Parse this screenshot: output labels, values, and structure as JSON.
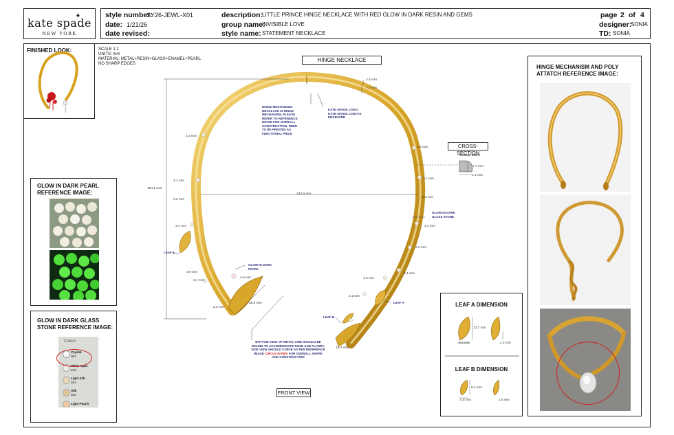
{
  "brand": {
    "name": "kate spade",
    "location": "NEW YORK"
  },
  "header": {
    "style_number_label": "style number:",
    "style_number": "SY26-JEWL-X01",
    "date_label": "date:",
    "date": "1/21/26",
    "date_revised_label": "date revised:",
    "date_revised": "",
    "description_label": "description:",
    "description": "LITTLE PRINCE HINGE NECKLACE WITH RED GLOW IN DARK RESIN AND GEMS",
    "group_name_label": "group name:",
    "group_name": "INVISIBLE LOVE",
    "style_name_label": "style name:",
    "style_name": "STATEMENT NECKLACE",
    "page_label": "page",
    "page_current": "2",
    "page_of": "of",
    "page_total": "4",
    "designer_label": "designer:",
    "designer": "SONIA",
    "td_label": "TD:",
    "td": "SONIA"
  },
  "finished_look": {
    "title": "FINISHED LOOK:"
  },
  "specs": {
    "scale": "SCALE 1:1",
    "units": "UNITS: mm",
    "material": "MATERIAL: METAL+RESIN+GLASS+ENAMEL+PEARL",
    "edges": "NO SHARP EDGES"
  },
  "drawing": {
    "title": "HINGE NECKLACE",
    "front_view": "FRONT VIEW",
    "cross_section": "CROSS-SECTION",
    "cross_scale": "SCALE 100%",
    "notes": {
      "hinge": "HINGE MECHANISM: NECKLACE IS HINGE MECHANISM, PLEASE REFER TO REFERENCE IMAGE FOR OVERALL CONSTRUCTION, NEED TO BE PRINTED AS FUNCTIONAL PIECE",
      "logo": "KATE SPADE LOGO: KATE SPADE LOGO IS ENGRAVED",
      "glow_pearl": "GLOW IN DARK PEARL",
      "glow_glass": "GLOW IN DARK GLASS STONE",
      "leaf_a_left": "LEAF A",
      "leaf_a_right": "LEAF A",
      "leaf_b": "LEAF B",
      "bottom_pre": "BOTTOM VIEW OF METAL VINE SHOULD BE ROUND TO ACCOMMODATE ROSE AND PLANET, SIDE VIEW SHOULD CURVE AS PER REFERENCE IMAGE ",
      "bottom_red": "CIRCLE IN RED",
      "bottom_post": " FOR OVERALL SHAPE AND CONSTRUCTION"
    },
    "dims": {
      "d_2_4": "2.4 mm",
      "d_7_7": "7.7 mm",
      "d_154_1": "154.1 mm",
      "d_133_8": "133.8 mm",
      "l_2_2a": "2.2 mm",
      "l_3_1a": "3.1 mm",
      "l_3_2": "3.2 mm",
      "l_3_1b": "3.1 mm",
      "l_3_9": "3.9 mm",
      "l_3_1c": "3.1 mm",
      "l_2_2b": "2.2 mm",
      "l_4_5": "4.5 mm",
      "l_35_0": "35.0 mm",
      "r_2_2a": "2.2 mm",
      "r_3_1a": "3.1 mm",
      "r_2_2b": "2.2 mm",
      "r_3_1b": "3.1 mm",
      "r_2_2c": "2.2 mm",
      "r_3_1c": "3.1 mm",
      "r_4_5": "4.5 mm",
      "r_3_1d": "3.1 mm",
      "r_18_0": "18.0 mm",
      "cs_7_7": "7.7 mm",
      "cs_4_1": "4.1 mm"
    }
  },
  "glow_pearl_ref": {
    "title": "GLOW IN DARK PEARL REFERENCE IMAGE:"
  },
  "glow_glass_ref": {
    "title": "GLOW IN DARK GLASS STONE REFERENCE IMAGE:",
    "colors_header": "Colors",
    "swatches": [
      {
        "name": "Crystal",
        "code": "001"
      },
      {
        "name": "White Opal",
        "code": "234"
      },
      {
        "name": "Light Silk",
        "code": "261"
      },
      {
        "name": "Silk",
        "code": "391"
      },
      {
        "name": "Light Peach",
        "code": ""
      }
    ]
  },
  "leaf_dims": {
    "a_title": "LEAF A DIMENSION",
    "a_h": "13.7 mm",
    "a_w": "8.6 mm",
    "a_side": "2.4 mm",
    "b_title": "LEAF B DIMENSION",
    "b_h": "8.4 mm",
    "b_w": "4.8 mm",
    "b_side": "1.6 mm"
  },
  "hinge_ref": {
    "title": "HINGE MECHANISM AND POLY ATTATCH REFERENCE IMAGE:"
  }
}
